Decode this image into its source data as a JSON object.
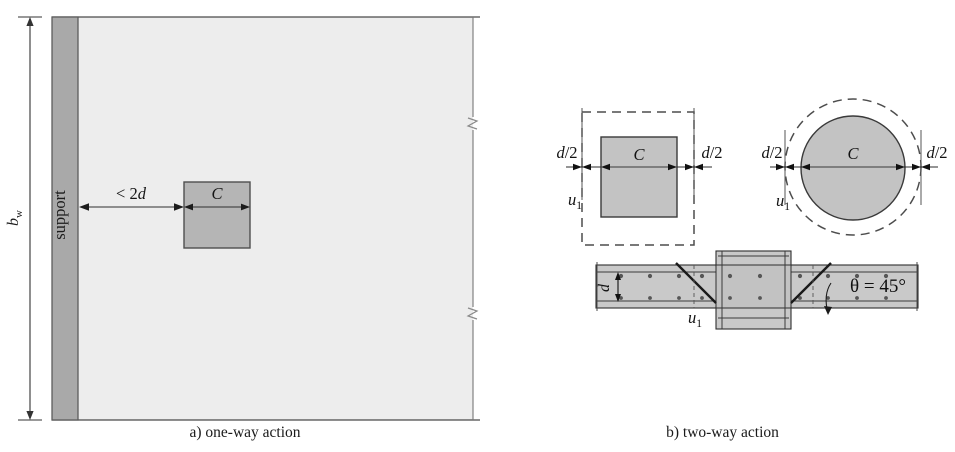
{
  "figure": {
    "title_a": "a) one-way action",
    "title_b": "b) two-way action"
  },
  "panel_a": {
    "name": "one-way action plan view",
    "support_label": "support",
    "width_dimension_label": "bw",
    "width_dimension_base": "b",
    "width_dimension_sub": "w",
    "distance_label": "< 2d",
    "distance_prefix": "< 2",
    "distance_italic": "d",
    "column_label": "C",
    "break_marks": 2,
    "colors": {
      "support_fill": "#a9a9a9",
      "slab_fill": "#ededed",
      "column_fill": "#b5b5b5",
      "outline": "#595959"
    }
  },
  "panel_b": {
    "name": "two-way action",
    "square_detail": {
      "left_offset_label": "d/2",
      "right_offset_label": "d/2",
      "column_label": "C",
      "perimeter_label": "u1",
      "perimeter_base": "u",
      "perimeter_sub": "1"
    },
    "circular_detail": {
      "left_offset_label": "d/2",
      "right_offset_label": "d/2",
      "column_label": "C",
      "perimeter_label": "u1",
      "perimeter_base": "u",
      "perimeter_sub": "1"
    },
    "section_detail": {
      "depth_label": "d",
      "perimeter_label": "u1",
      "perimeter_base": "u",
      "perimeter_sub": "1",
      "angle_label": "θ = 45°"
    },
    "colors": {
      "concrete_fill": "#c9c9c9",
      "column_fill": "#bdbdbd",
      "dashed_stroke": "#4d4d4d",
      "outline": "#333333"
    }
  }
}
